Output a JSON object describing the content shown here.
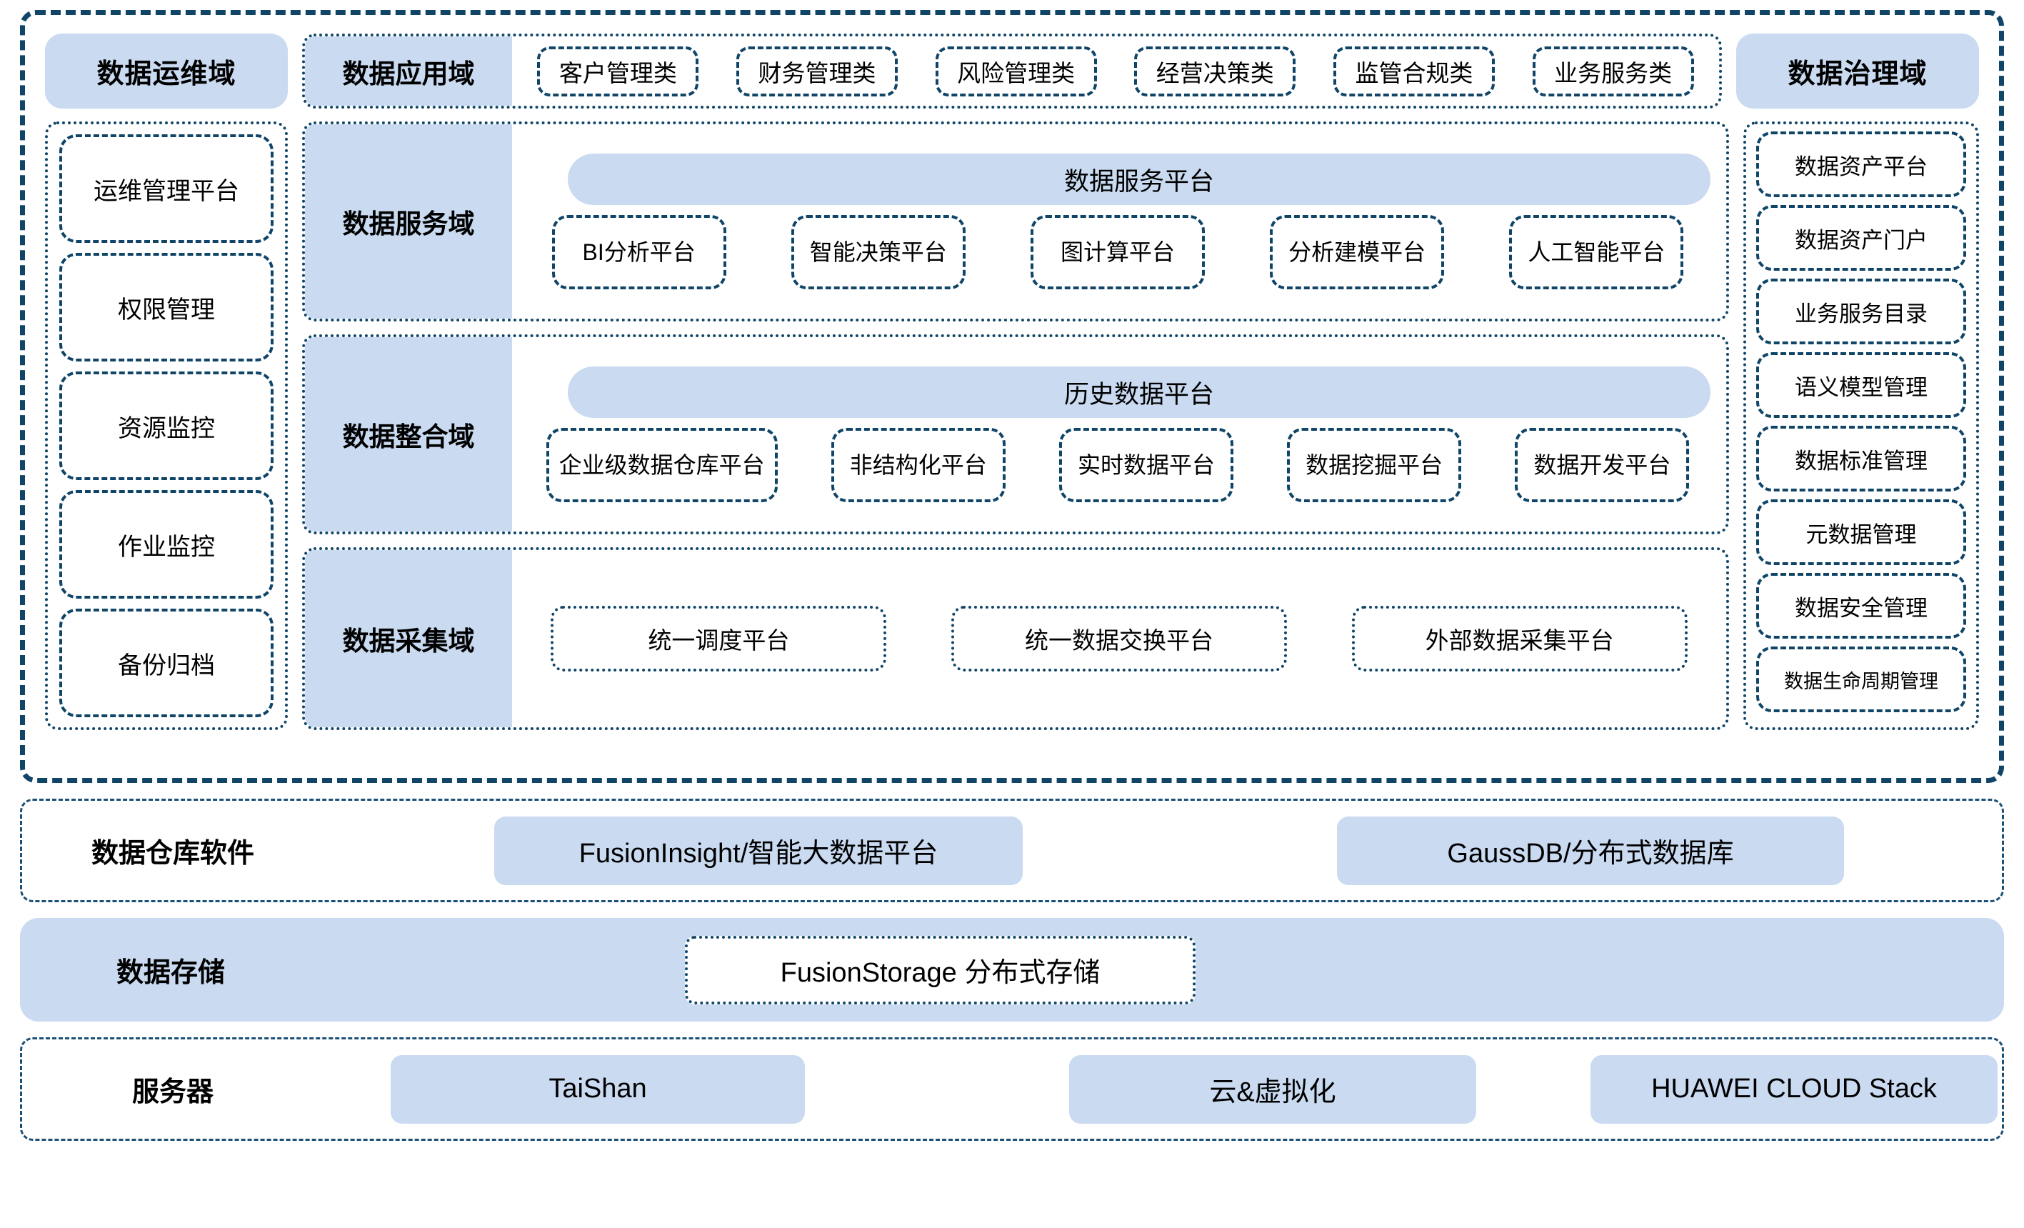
{
  "colors": {
    "accent_fill": "#c9daf1",
    "border_navy": "#104568",
    "background": "#ffffff"
  },
  "platform": {
    "ops_domain_label": "数据运维域",
    "governance_domain_label": "数据治理域",
    "application_domain": {
      "label": "数据应用域",
      "categories": [
        "客户管理类",
        "财务管理类",
        "风险管理类",
        "经营决策类",
        "监管合规类",
        "业务服务类"
      ]
    },
    "ops_items": [
      "运维管理平台",
      "权限管理",
      "资源监控",
      "作业监控",
      "备份归档"
    ],
    "governance_items": [
      "数据资产平台",
      "数据资产门户",
      "业务服务目录",
      "语义模型管理",
      "数据标准管理",
      "元数据管理",
      "数据安全管理",
      "数据生命周期管理"
    ],
    "service_domain": {
      "label": "数据服务域",
      "platform_bar": "数据服务平台",
      "items": [
        "BI分析平台",
        "智能决策平台",
        "图计算平台",
        "分析建模平台",
        "人工智能平台"
      ]
    },
    "integration_domain": {
      "label": "数据整合域",
      "platform_bar": "历史数据平台",
      "items": [
        "企业级数据仓库平台",
        "非结构化平台",
        "实时数据平台",
        "数据挖掘平台",
        "数据开发平台"
      ]
    },
    "collection_domain": {
      "label": "数据采集域",
      "items": [
        "统一调度平台",
        "统一数据交换平台",
        "外部数据采集平台"
      ]
    }
  },
  "warehouse_band": {
    "label": "数据仓库软件",
    "items": [
      "FusionInsight/智能大数据平台",
      "GaussDB/分布式数据库"
    ]
  },
  "storage_band": {
    "label": "数据存储",
    "items": [
      "FusionStorage 分布式存储"
    ]
  },
  "server_band": {
    "label": "服务器",
    "items": [
      "TaiShan",
      "云&虚拟化",
      "HUAWEI CLOUD Stack"
    ]
  }
}
